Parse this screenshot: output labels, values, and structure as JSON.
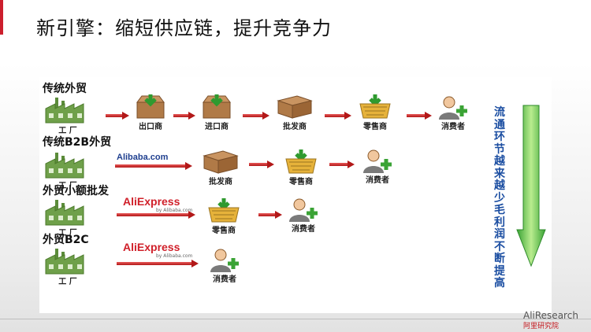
{
  "title": "新引擎：缩短供应链，提升竞争力",
  "rows": [
    {
      "label": "传统外贸",
      "factory": "工 厂",
      "nodes": [
        "出口商",
        "进口商",
        "批发商",
        "零售商",
        "消费者"
      ]
    },
    {
      "label": "传统B2B外贸",
      "factory": "工 厂",
      "logo": "Alibaba.com",
      "nodes": [
        "批发商",
        "零售商",
        "消费者"
      ]
    },
    {
      "label": "外贸小额批发",
      "factory": "工 厂",
      "logo": "AliExpress",
      "logo_sub": "by Alibaba.com",
      "nodes": [
        "零售商",
        "消费者"
      ]
    },
    {
      "label": "外贸B2C",
      "factory": "工 厂",
      "logo": "AliExpress",
      "logo_sub": "by Alibaba.com",
      "nodes": [
        "消费者"
      ]
    }
  ],
  "side_note": "流通环节越来越少毛利润不断提高",
  "brand": {
    "name": "AliResearch",
    "sub": "阿里研究院"
  },
  "colors": {
    "accent": "#cc1f2d",
    "arrow": "#b21818",
    "green": "#3aa335",
    "factory": "#5b8c3a",
    "box": "#b07a47",
    "blue_text": "#1a4da1"
  }
}
